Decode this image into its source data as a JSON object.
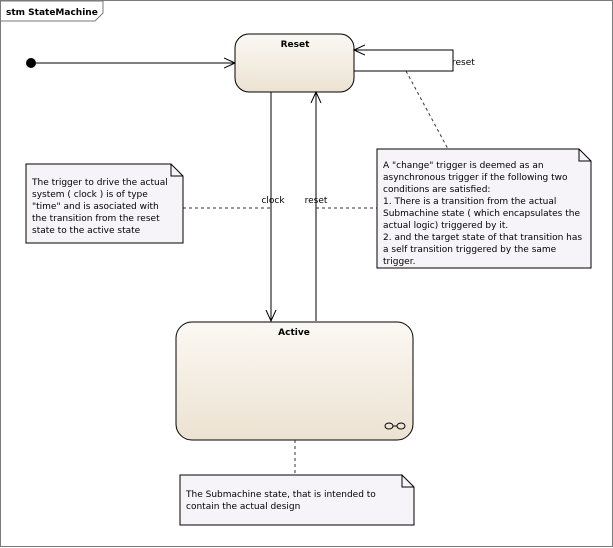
{
  "frame": {
    "title": "stm StateMachine"
  },
  "states": {
    "reset": {
      "name": "Reset"
    },
    "active": {
      "name": "Active"
    }
  },
  "transitions": {
    "reset_self": {
      "label": "reset"
    },
    "reset_to_active": {
      "label": "clock"
    },
    "active_to_reset": {
      "label": "reset"
    }
  },
  "notes": {
    "trigger_note": "The trigger to drive the actual system ( clock ) is of type \"time\" and is asociated with the transition from the reset state to the active state",
    "change_note": "A \"change\" trigger is deemed as an asynchronous trigger if the following two conditions are satisfied:\n1. There is a transition from the actual Submachine state ( which encapsulates the actual logic) triggered by it.\n2. and the target state of that transition has a self transition triggered by the same trigger.",
    "submachine_note": "The Submachine state, that is intended to contain the actual design"
  },
  "colors": {
    "state_fill_top": "#fbf8f3",
    "state_fill_bottom": "#ece2d2",
    "note_fill": "#f6f3f9",
    "line": "#000000",
    "dashed": "#333333"
  }
}
